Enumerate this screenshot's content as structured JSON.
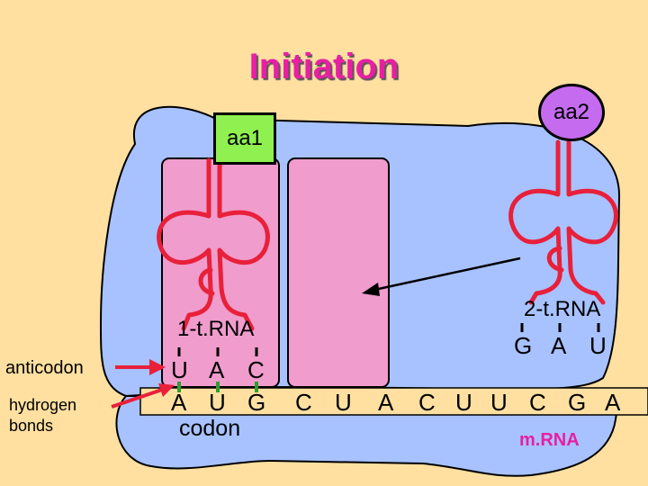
{
  "title": "Initiation",
  "labels": {
    "aa1": "aa1",
    "aa2": "aa2",
    "trna1": "1-t.RNA",
    "trna2": "2-t.RNA",
    "anticodon": "anticodon",
    "hydrogen_bonds_1": "hydrogen",
    "hydrogen_bonds_2": "bonds",
    "codon": "codon",
    "mrna": "m.RNA"
  },
  "anticodon1": [
    "U",
    "A",
    "C"
  ],
  "anticodon2": [
    "G",
    "A",
    "U"
  ],
  "mrna_bases": [
    "A",
    "U",
    "G",
    "C",
    "U",
    "A",
    "C",
    "U",
    "U",
    "C",
    "G",
    "A"
  ],
  "colors": {
    "background": "#ffe0a0",
    "ribosome": "#a8c2ff",
    "site": "#f09ccc",
    "trna": "#e8203a",
    "amino_acid_1": "#90f050",
    "amino_acid_2": "#c46bf0",
    "title": "#e81fa3",
    "bond": "#2f9e2f"
  }
}
